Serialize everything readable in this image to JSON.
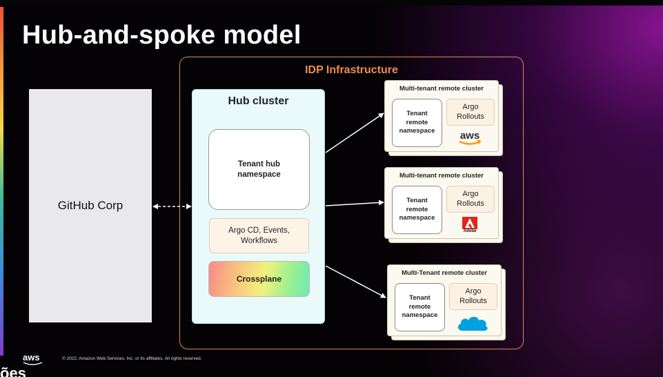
{
  "title": "Hub-and-spoke model",
  "github_label": "GitHub Corp",
  "idp_label": "IDP Infrastructure",
  "hub": {
    "title": "Hub cluster",
    "namespace": "Tenant hub namespace",
    "argo": "Argo CD, Events, Workflows",
    "crossplane": "Crossplane"
  },
  "remotes": [
    {
      "title": "Multi-tenant remote cluster",
      "namespace": "Tenant remote namespace",
      "argo": "Argo Rollouts",
      "logo": "aws-logo"
    },
    {
      "title": "Multi-tenant remote cluster",
      "namespace": "Tenant remote namespace",
      "argo": "Argo Rollouts",
      "logo": "adobe-logo",
      "logo_text": "Adobe"
    },
    {
      "title": "Multi-Tenant remote cluster",
      "namespace": "Tenant remote namespace",
      "argo": "Argo Rollouts",
      "logo": "salesforce-cloud-logo"
    }
  ],
  "footer": {
    "logo": "aws",
    "copyright": "© 2022, Amazon Web Services, Inc. or its affiliates. All rights reserved."
  },
  "caption": "ões",
  "colors": {
    "idp_border": "#d98a5e",
    "idp_label": "#f08a55",
    "hub_bg": "#eafafa",
    "aws_orange": "#ff9900",
    "adobe_red": "#e1251b",
    "salesforce_blue": "#00a1e0"
  }
}
